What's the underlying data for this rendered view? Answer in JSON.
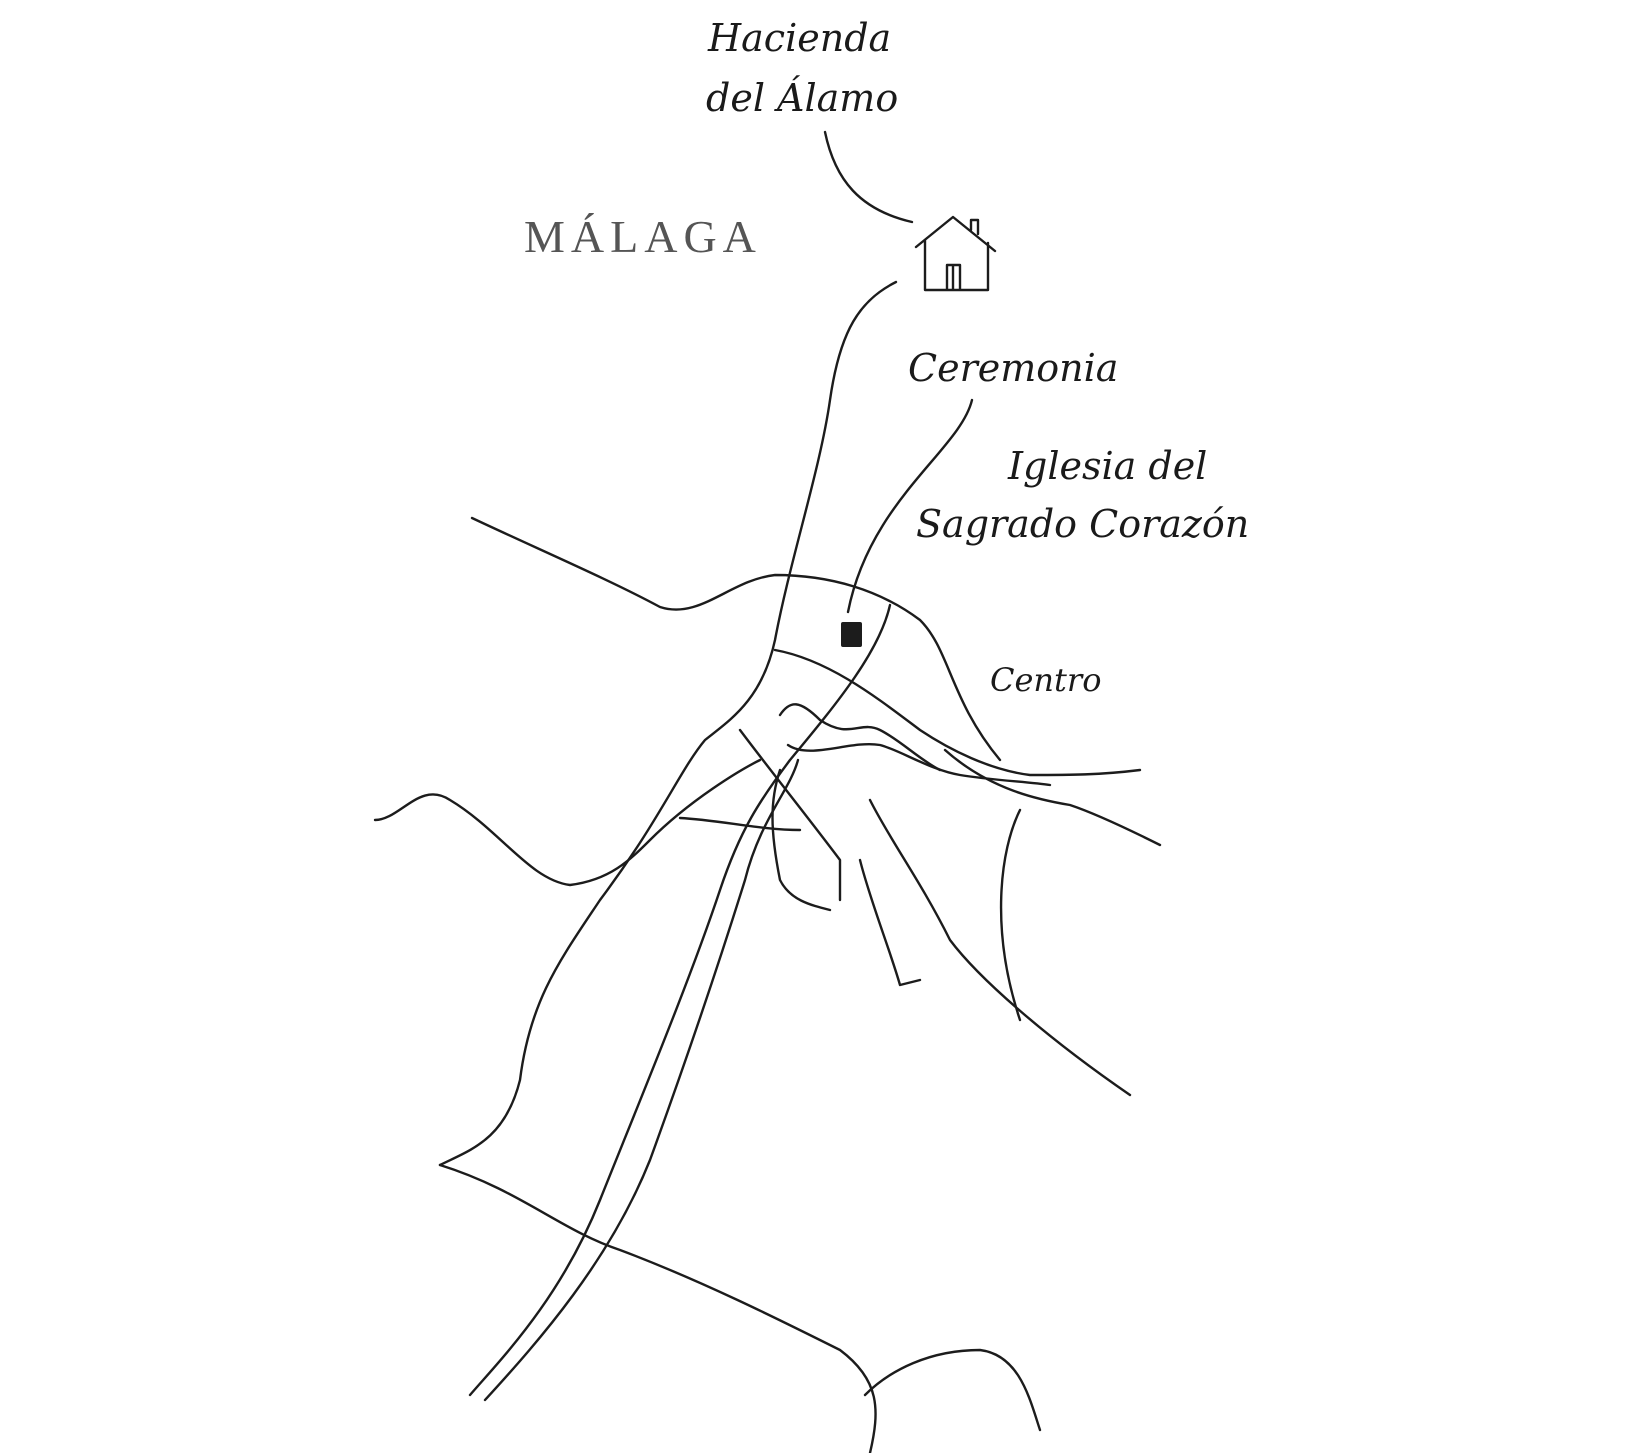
{
  "map": {
    "city": "MÁLAGA",
    "labels": {
      "venue_line1": "Hacienda",
      "venue_line2": "del Álamo",
      "ceremony": "Ceremonia",
      "church_line1": "Iglesia del",
      "church_line2": "Sagrado Corazón",
      "district": "Centro"
    },
    "markers": [
      {
        "name": "Hacienda del Álamo",
        "icon": "house-icon"
      },
      {
        "name": "Iglesia del Sagrado Corazón",
        "icon": "square-marker-icon"
      }
    ]
  }
}
